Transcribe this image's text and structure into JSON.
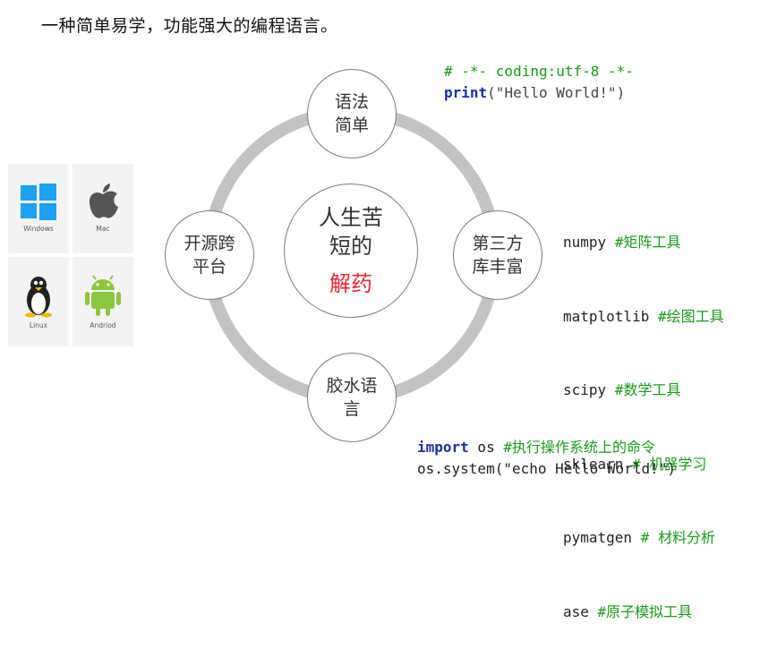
{
  "headline": "一种简单易学，功能强大的编程语言。",
  "center": {
    "line1": "人生苦",
    "line2": "短的",
    "accent": "解药"
  },
  "nodes": {
    "top": {
      "line1": "语法",
      "line2": "简单"
    },
    "right": {
      "line1": "第三方",
      "line2": "库丰富"
    },
    "bottom": {
      "line1": "胶水语",
      "line2": "言"
    },
    "left": {
      "line1": "开源跨",
      "line2": "平台"
    }
  },
  "code_top": {
    "line1": "# -*- coding:utf-8 -*-",
    "print_kw": "print",
    "print_args": "(\"Hello World!\")"
  },
  "libs": [
    {
      "name": "numpy",
      "comment": "#矩阵工具"
    },
    {
      "name": "matplotlib",
      "comment": "#绘图工具"
    },
    {
      "name": "scipy",
      "comment": "#数学工具"
    },
    {
      "name": "sklearn",
      "comment": "# 机器学习"
    },
    {
      "name": "pymatgen",
      "comment": "# 材料分析"
    },
    {
      "name": "ase",
      "comment": "#原子模拟工具"
    }
  ],
  "code_bottom": {
    "import_kw": "import",
    "import_mod": " os ",
    "import_comment": "#执行操作系统上的命令",
    "call": "os.system(\"echo Hello World!\")"
  },
  "platforms": [
    {
      "label": "Windows",
      "icon": "windows-logo-icon",
      "color": "#1da1f2"
    },
    {
      "label": "Mac",
      "icon": "apple-logo-icon",
      "color": "#555555"
    },
    {
      "label": "Linux",
      "icon": "linux-tux-icon",
      "color": "#222222"
    },
    {
      "label": "Andriod",
      "icon": "android-logo-icon",
      "color": "#8cc63f"
    }
  ],
  "colors": {
    "comment": "#1a9a1a",
    "keyword": "#1b2ea6",
    "accent": "#e8292f",
    "ring": "#c8c8c8"
  }
}
